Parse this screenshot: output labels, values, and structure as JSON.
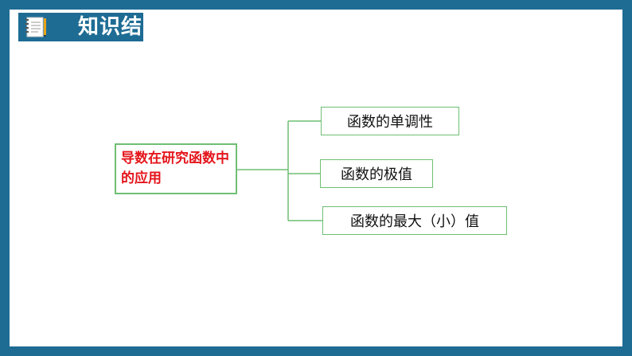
{
  "header": {
    "title": "知识结",
    "icon": "notebook-icon"
  },
  "mindmap": {
    "root": "导数在研究函数中的应用",
    "branches": [
      {
        "label": "函数的单调性"
      },
      {
        "label": "函数的极值"
      },
      {
        "label": "函数的最大（小）值"
      }
    ]
  },
  "colors": {
    "frame": "#1e6c94",
    "connector": "#6fbf73",
    "root_text": "#e4161c"
  }
}
